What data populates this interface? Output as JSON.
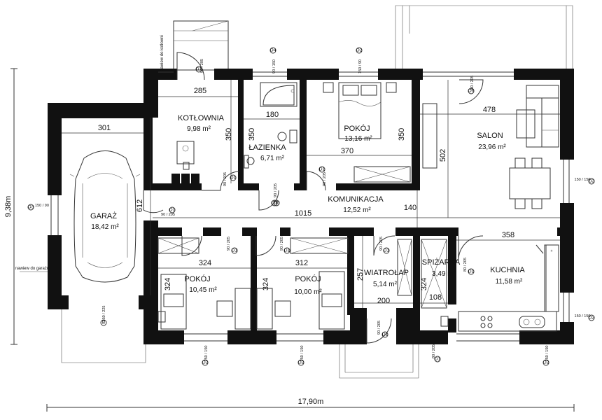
{
  "rooms": [
    {
      "key": "kotlownia",
      "name": "KOTŁOWNIA",
      "area": "9,98 m²"
    },
    {
      "key": "lazienka",
      "name": "ŁAZIENKA",
      "area": "6,71 m²"
    },
    {
      "key": "pokoj_top",
      "name": "POKÓJ",
      "area": "13,16 m²"
    },
    {
      "key": "salon",
      "name": "SALON",
      "area": "23,96 m²"
    },
    {
      "key": "garaz",
      "name": "GARAŻ",
      "area": "18,42 m²"
    },
    {
      "key": "komunikacja",
      "name": "KOMUNIKACJA",
      "area": "12,52 m²"
    },
    {
      "key": "pokoj_left",
      "name": "POKÓJ",
      "area": "10,45 m²"
    },
    {
      "key": "pokoj_mid",
      "name": "POKÓJ",
      "area": "10,00 m²"
    },
    {
      "key": "wiatrolap",
      "name": "WIATROŁAP",
      "area": "5,14 m²"
    },
    {
      "key": "spizarka",
      "name": "SPIŻARKA",
      "area": "3,49 m²"
    },
    {
      "key": "kuchnia",
      "name": "KUCHNIA",
      "area": "11,58 m²"
    }
  ],
  "dimensions": {
    "d285": "285",
    "d180": "180",
    "d350a": "350",
    "d350b": "350",
    "d350c": "350",
    "d370": "370",
    "d478": "478",
    "d502": "502",
    "d301": "301",
    "d612": "612",
    "d1015": "1015",
    "d140": "140",
    "d358": "358",
    "d324a": "324",
    "d324b": "324",
    "d324c": "324",
    "d312": "312",
    "d257": "257",
    "d200": "200",
    "d324d": "324",
    "d108": "108"
  },
  "overall": {
    "width": "17,90m",
    "height": "9,38m"
  },
  "notes": {
    "nawiew_top": "nawiew do kotłowni",
    "nawiew_garage": "nawiew do garażu"
  },
  "tags": {
    "d1": "D1",
    "o1": "O1",
    "o2": "O2",
    "o3": "O3",
    "o4": "O4",
    "o5": "O5",
    "o6": "O6",
    "b": "B"
  },
  "window_sizes": {
    "s90_205": "90 / 205",
    "s90_150": "90 / 150",
    "s150_90": "150 / 90",
    "s150_150": "150 / 150",
    "s150_225": "150 / 225",
    "s150_250": "150 / 250",
    "s80_205": "80 / 205"
  }
}
